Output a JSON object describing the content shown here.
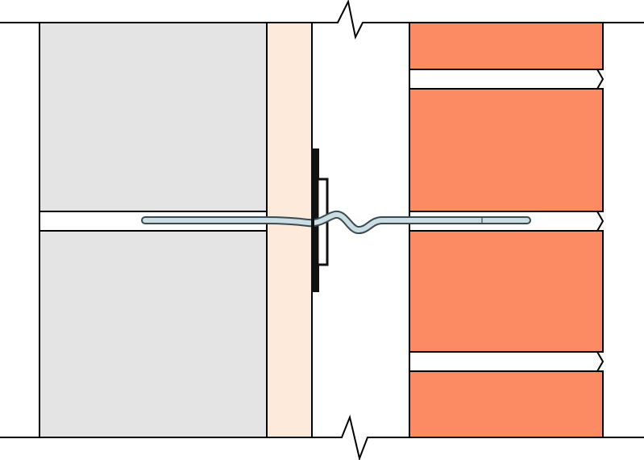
{
  "diagram": {
    "description_visible_text": "",
    "colors": {
      "background": "#ffffff",
      "outline": "#000000",
      "block": "#e4e4e4",
      "insulation": "#fdeadb",
      "brick": "#fc8a63",
      "mortar_joint": "#ffffff",
      "tie": "#c9dde2",
      "tie_outline": "#3a4a50",
      "clip": "#111111"
    },
    "components": {
      "inner_leaf": "block",
      "insulation_board": "insulation",
      "cavity": "air-gap",
      "outer_leaf": "brick",
      "wall_tie": "wall-tie",
      "insulation_retaining_clip": "clip"
    },
    "brick_courses": 4
  }
}
